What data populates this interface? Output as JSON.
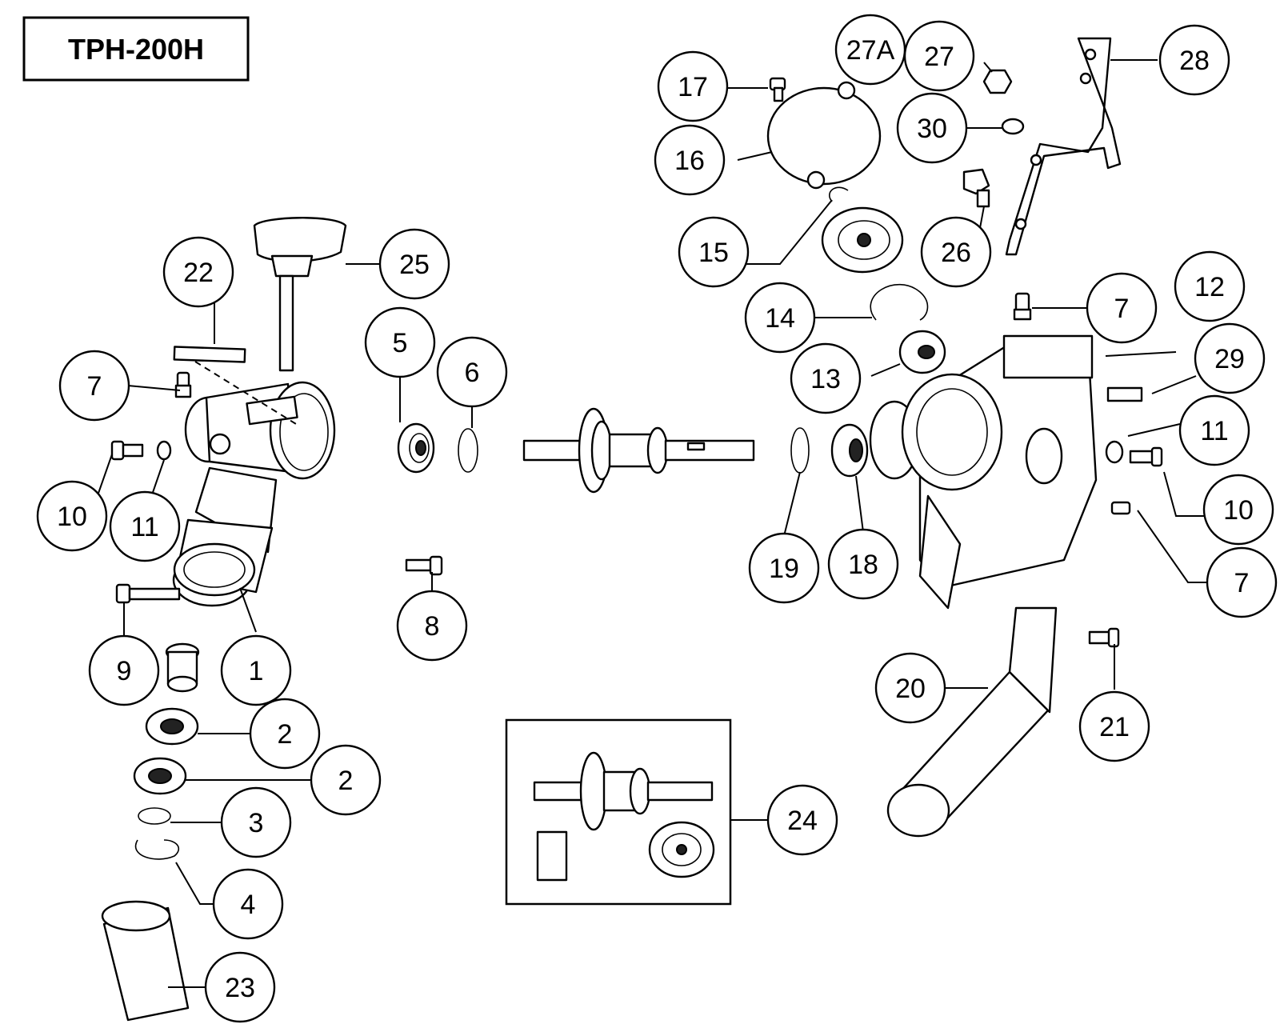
{
  "model": "TPH-200H",
  "callouts": {
    "c1": "1",
    "c2a": "2",
    "c2b": "2",
    "c3": "3",
    "c4": "4",
    "c5": "5",
    "c6": "6",
    "c7a": "7",
    "c7b": "7",
    "c7c": "7",
    "c8": "8",
    "c9": "9",
    "c10a": "10",
    "c10b": "10",
    "c11a": "11",
    "c11b": "11",
    "c12": "12",
    "c13": "13",
    "c14": "14",
    "c15": "15",
    "c16": "16",
    "c17": "17",
    "c18": "18",
    "c19": "19",
    "c20": "20",
    "c21": "21",
    "c22": "22",
    "c23": "23",
    "c24": "24",
    "c25": "25",
    "c26": "26",
    "c27": "27",
    "c27a": "27A",
    "c28": "28",
    "c29": "29",
    "c30": "30"
  }
}
